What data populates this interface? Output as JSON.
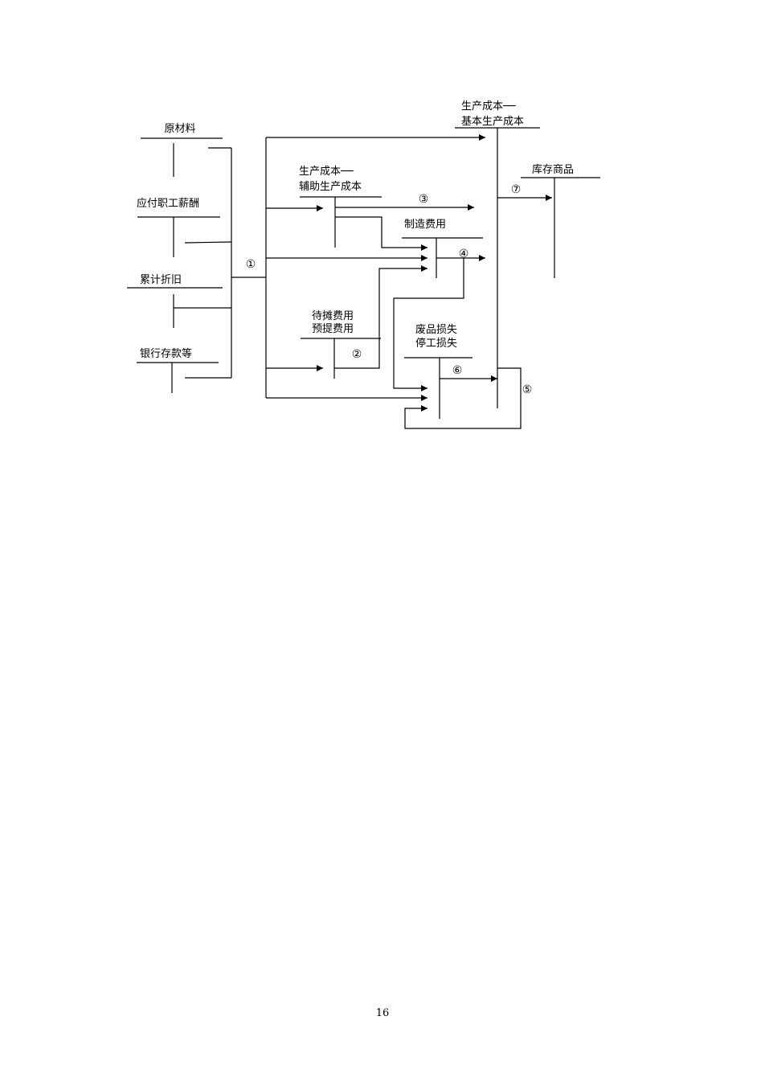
{
  "accounts": {
    "raw_materials": "原材料",
    "payroll": "应付职工薪酬",
    "depreciation": "累计折旧",
    "bank_deposit": "银行存款等",
    "aux_line1": "生产成本──",
    "aux_line2": "辅助生产成本",
    "basic_line1": "生产成本──",
    "basic_line2": "基本生产成本",
    "overhead": "制造费用",
    "deferred_line1": "待摊费用",
    "deferred_line2": "预提费用",
    "loss_line1": "废品损失",
    "loss_line2": "停工损失",
    "inventory": "库存商品"
  },
  "steps": {
    "s1": "①",
    "s2": "②",
    "s3": "③",
    "s4": "④",
    "s5": "⑤",
    "s6": "⑥",
    "s7": "⑦"
  },
  "page_number": "16"
}
